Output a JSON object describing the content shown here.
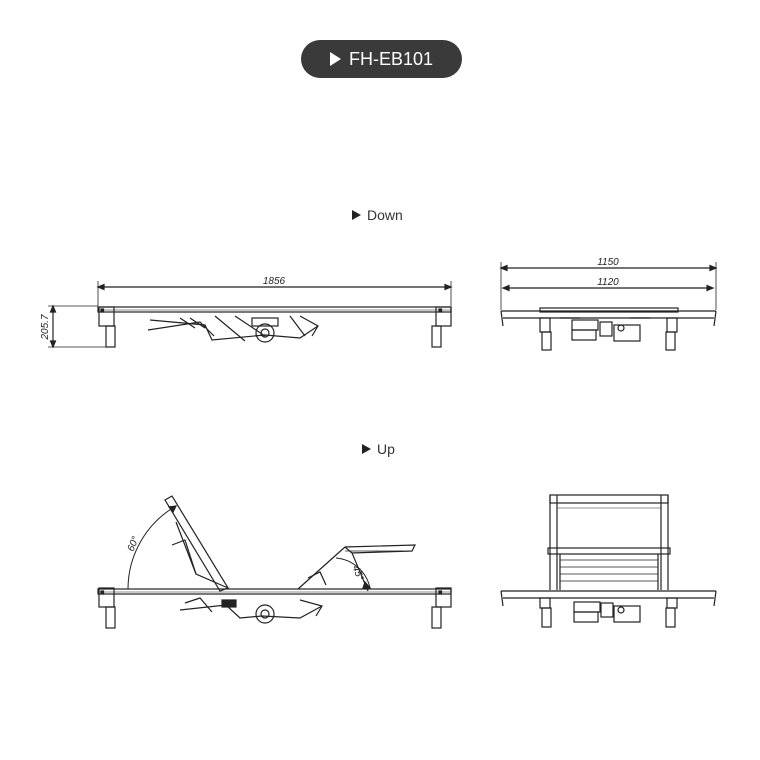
{
  "header": {
    "model_label": "FH-EB101"
  },
  "sections": {
    "down_label": "Down",
    "up_label": "Up"
  },
  "dimensions": {
    "length": "1856",
    "height": "205.7",
    "width_outer": "1150",
    "width_inner": "1120",
    "head_angle": "60°",
    "foot_angle": "45°"
  },
  "colors": {
    "pill_bg": "#3a3a3a",
    "line": "#222222"
  }
}
